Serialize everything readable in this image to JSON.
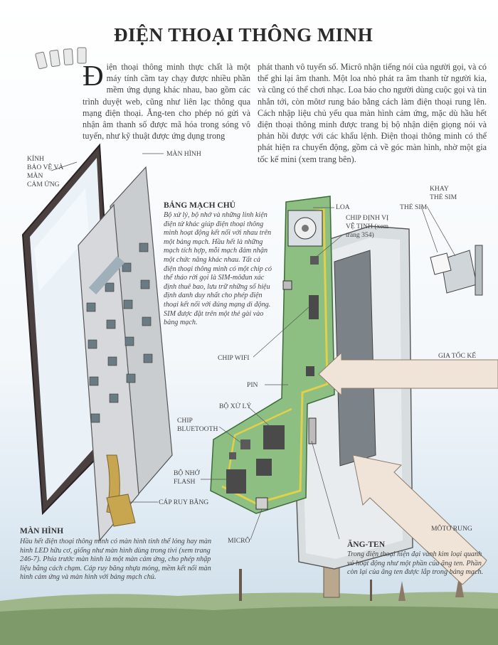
{
  "title": "ĐIỆN THOẠI THÔNG MINH",
  "intro": {
    "dropcap": "Đ",
    "col1": "iện thoại thông minh thực chất là một máy tính cầm tay chạy được nhiều phần mềm ứng dụng khác nhau, bao gồm các trình duyệt web, cũng như liên lạc thông qua mạng điện thoại. Ăng-ten cho phép nó gửi và nhận âm thanh số được mã hóa trong sóng vô tuyến, như kỹ thuật được ứng dụng trong",
    "col2": "phát thanh vô tuyến số. Micrô nhận tiếng nói của người gọi, và có thể ghi lại âm thanh. Một loa nhỏ phát ra âm thanh từ người kia, và cũng có thể chơi nhạc. Loa báo cho người dùng cuộc gọi và tin nhắn tới, còn môtơ rung báo bằng cách làm điện thoại rung lên. Cách nhập liệu chủ yếu qua màn hình cảm ứng, mặc dù hầu hết điện thoại thông minh được trang bị bộ nhận diện giọng nói và phản hồi được với các khẩu lệnh. Điện thoại thông minh có thể phát hiện ra chuyển động, gồm cả về góc màn hình, nhờ một gia tốc kế mini (xem trang bên)."
  },
  "labels": {
    "glass": [
      "KÍNH",
      "BẢO VỆ VÀ",
      "MÀN",
      "CẢM ỨNG"
    ],
    "screen": "MÀN HÌNH",
    "speaker": "LOA",
    "gps": [
      "CHIP ĐỊNH VỊ",
      "VỆ TINH (xem",
      "trang 354)"
    ],
    "sim_tray": [
      "KHAY",
      "THẺ SIM"
    ],
    "sim_card": "THẺ SIM",
    "wifi": "CHIP WIFI",
    "accelerometer": "GIA TỐC KẾ",
    "battery": "PIN",
    "processor": "BỘ XỬ LÝ",
    "bluetooth": [
      "CHIP",
      "BLUETOOTH"
    ],
    "flash": [
      "BỘ NHỚ",
      "FLASH"
    ],
    "ribbon": "CÁP RUY BĂNG",
    "mic": "MICRÔ",
    "vibration": "MÔTƠ RUNG"
  },
  "circuit_board": {
    "heading": "BẢNG MẠCH CHỦ",
    "text": "Bộ xử lý, bộ nhớ và những linh kiện điện tử khác giúp điện thoại thông minh hoạt động kết nối với nhau trên một bảng mạch. Hầu hết là những mạch tích hợp, mỗi mạch đảm nhận một chức năng khác nhau. Tất cả điện thoại thông minh có một chip có thể tháo rời gọi là SIM-môđun xác định thuê bao, lưu trữ những số hiệu định danh duy nhất cho phép điện thoại kết nối với đúng mạng di động. SIM được đặt trên một thẻ gài vào bảng mạch."
  },
  "screen_box": {
    "heading": "MÀN HÌNH",
    "text": "Hầu hết điện thoại thông minh có màn hình tinh thể lỏng hay màn hình LED hữu cơ, giống như màn hình dùng trong tivi (xem trang 246-7). Phía trước màn hình là một màn cảm ứng, cho phép nhập liệu bằng cách chạm. Cáp ruy băng nhựa mỏng, mềm kết nối màn hình cảm ứng và màn hình với bảng mạch chủ."
  },
  "antenna_box": {
    "heading": "ĂNG-TEN",
    "text": "Trong điện thoại hiện đại vành kim loại quanh vỏ hoạt động như một phần của ăng ten. Phần còn lại của ăng ten được lắp trong bảng mạch."
  },
  "colors": {
    "board": "#8dbf82",
    "board_dark": "#5f8e5a",
    "trace": "#e2cf4a",
    "screen_frame": "#4a4040",
    "screen_glass": "#eaf2f7",
    "arrow": "#f0e4d8"
  }
}
